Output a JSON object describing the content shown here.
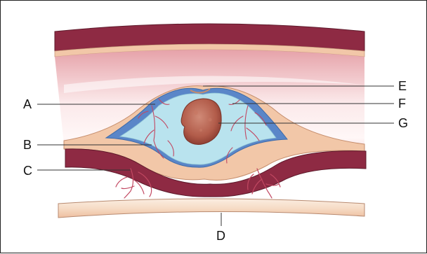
{
  "labels": {
    "a": "A",
    "b": "B",
    "c": "C",
    "d": "D",
    "e": "E",
    "f": "F",
    "g": "G"
  },
  "colors": {
    "muscle": "#8e2a43",
    "serosa": "#f2c7a8",
    "lumen_pink": "#e7a3aa",
    "sac_fluid": "#b9e3ee",
    "sac_blue": "#5a86c8",
    "fetus": "#b7604e",
    "vessels": "#c24862",
    "tube": "#f7e2d0"
  }
}
